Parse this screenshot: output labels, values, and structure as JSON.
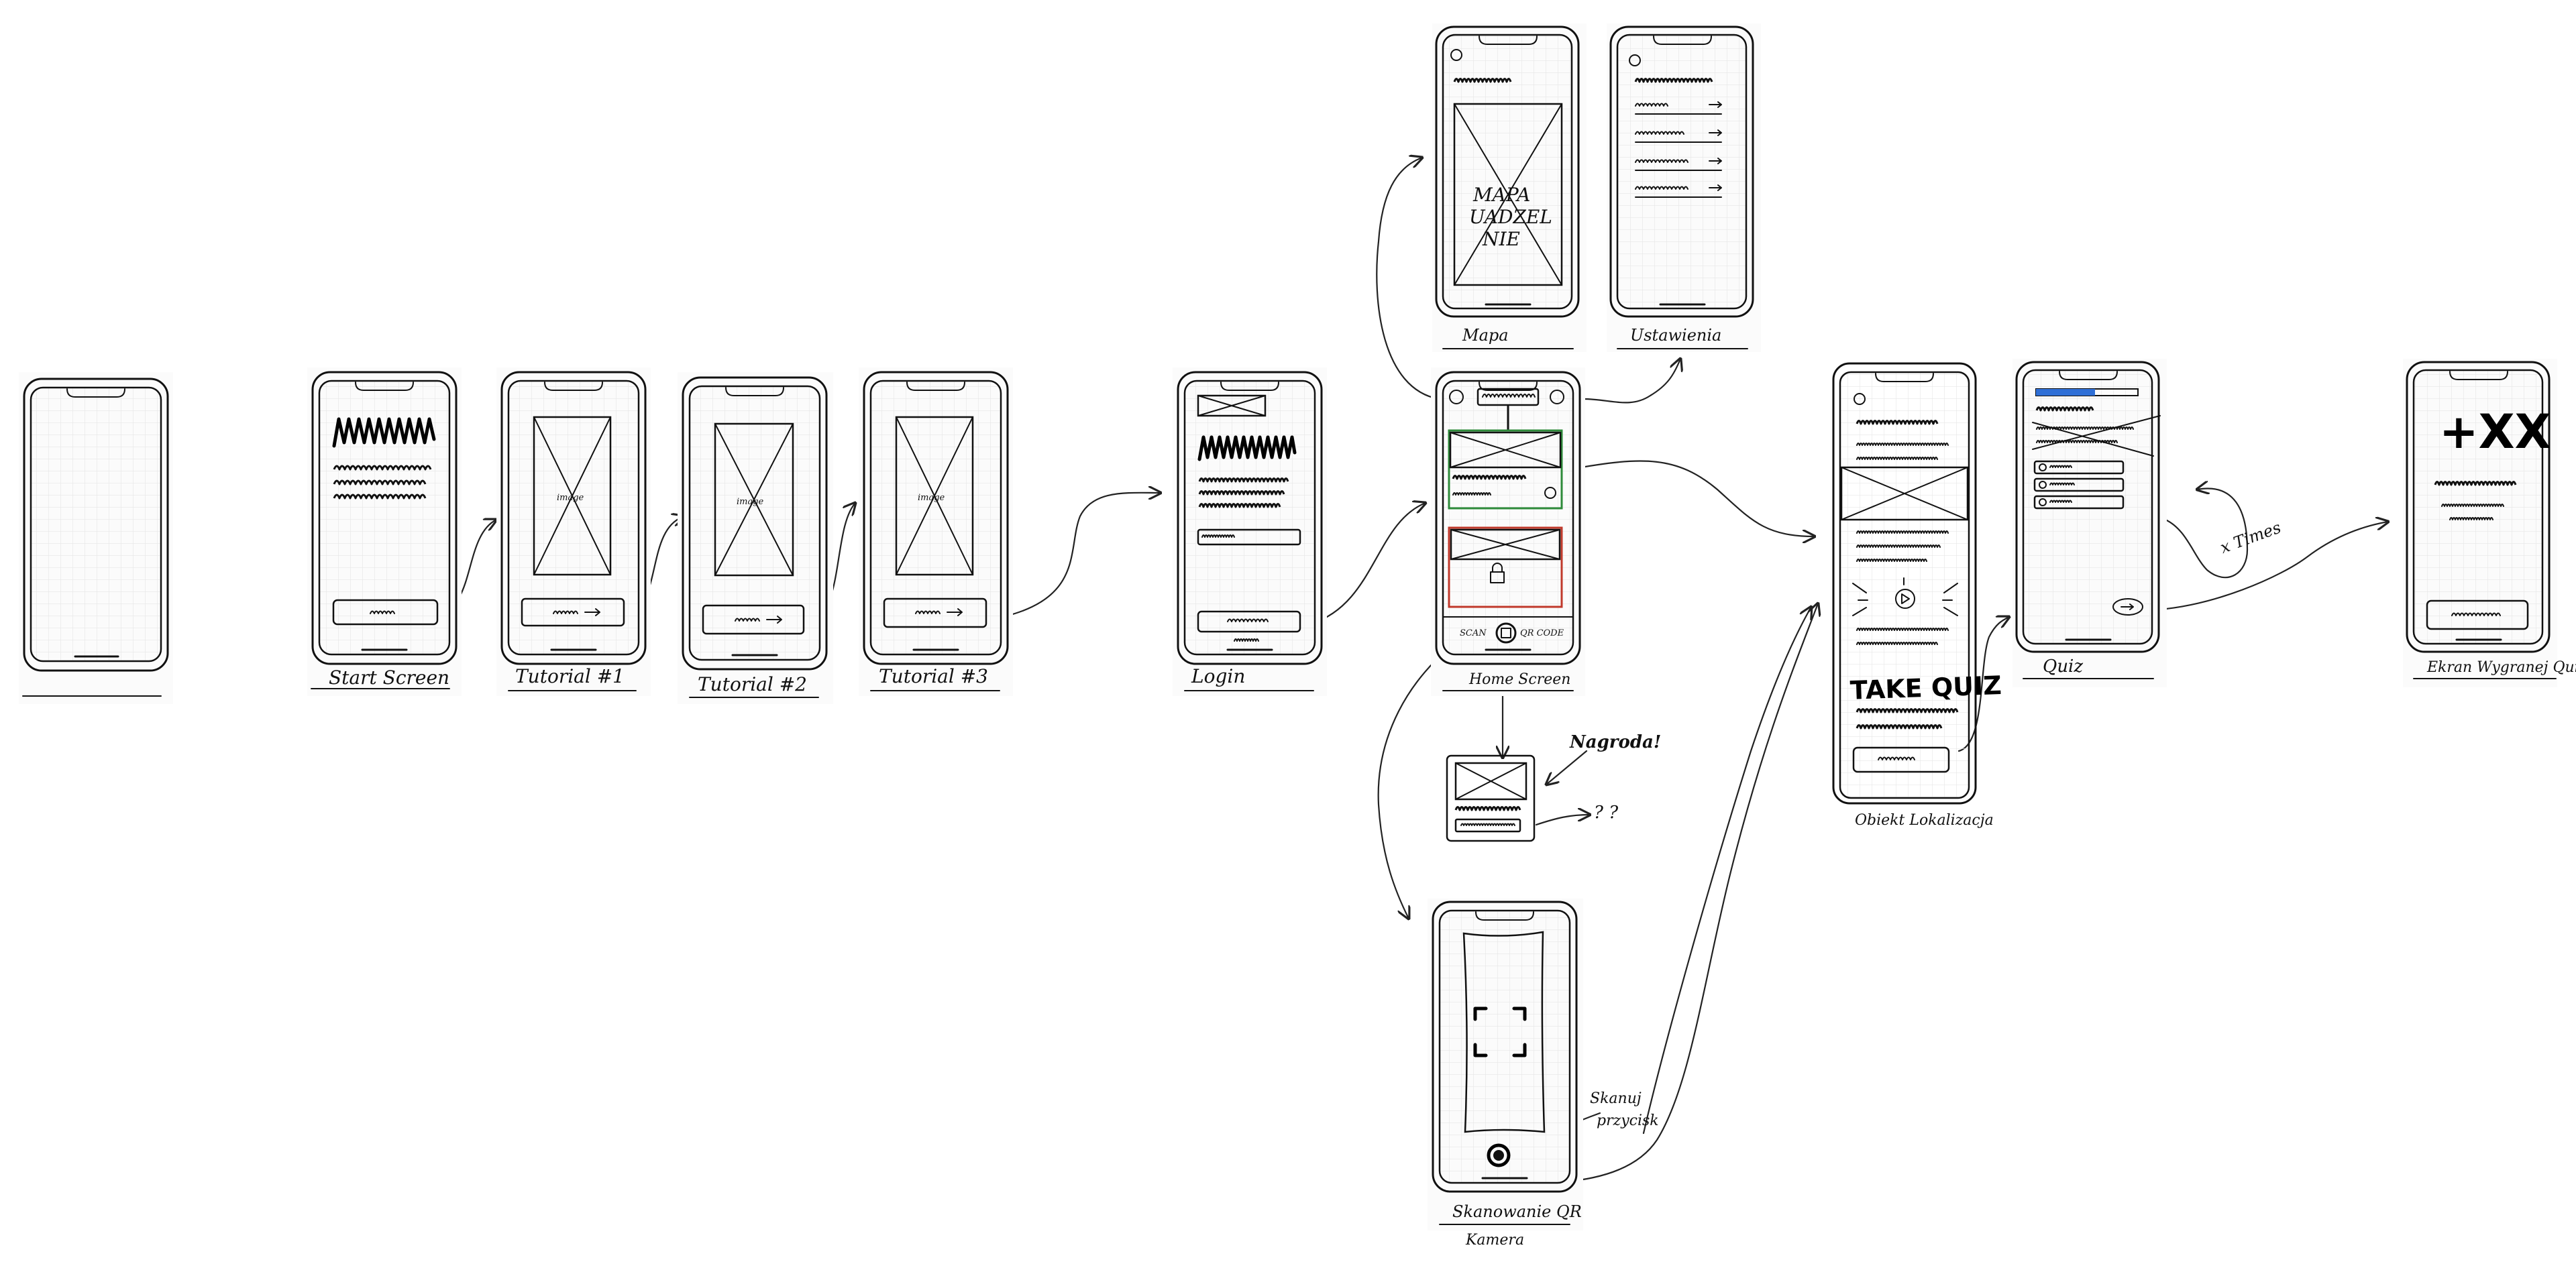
{
  "captions": {
    "start": "Start Screen",
    "tutorial1": "Tutorial #1",
    "tutorial2": "Tutorial #2",
    "tutorial3": "Tutorial #3",
    "login": "Login",
    "home": "Home Screen",
    "mapa": "Mapa",
    "ustawienia": "Ustawienia",
    "kamera": "Skanowanie QR",
    "kamera_sub": "Kamera",
    "object": "Obiekt Lokalizacja",
    "quiz": "Quiz",
    "quiz_result": "Ekran Wygranej Quizu"
  },
  "sketch_text": {
    "map_placeholder": [
      "MAPA",
      "UADZEL",
      "NIE"
    ],
    "image_label": "image",
    "home_tab_scan": "SCAN",
    "home_tab_qr": "QR CODE",
    "reward_note": "Nagroda!",
    "unknown_note": "? ?",
    "scan_note": [
      "Skanuj",
      "przycisk"
    ],
    "take_quiz": "TAKE QUIZ",
    "score": "+XX",
    "retry_note": "x Times"
  },
  "colors": {
    "ink": "#111111",
    "green_frame": "#2e8b3a",
    "red_frame": "#c0392b",
    "blue_accent": "#2f6fd6",
    "grid": "#e6e6e6"
  }
}
